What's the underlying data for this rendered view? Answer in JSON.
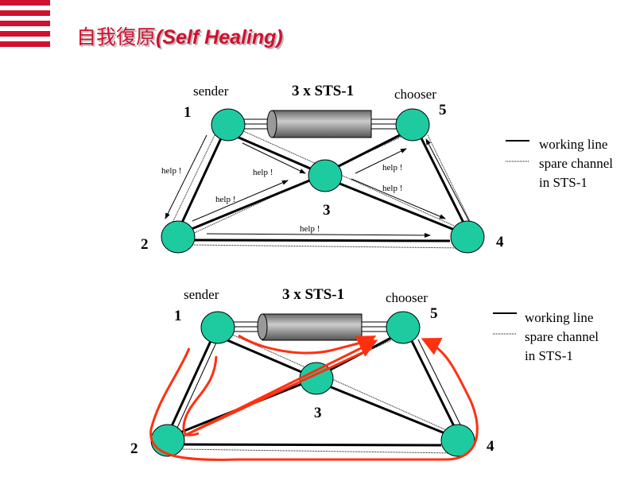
{
  "slide": {
    "title_cjk": "自我復原",
    "title_en": "(Self Healing)",
    "accent_color": "#d01030",
    "node_color": "#1ecba0"
  },
  "diagram_top": {
    "sender": "sender",
    "chooser": "chooser",
    "trunk": "3 x STS-1",
    "nodes": [
      "1",
      "2",
      "3",
      "4",
      "5"
    ],
    "help": "help !",
    "legend": {
      "working": "working line",
      "spare1": "spare channel",
      "spare2": "in STS-1"
    }
  },
  "diagram_bottom": {
    "sender": "sender",
    "chooser": "chooser",
    "trunk": "3 x STS-1",
    "nodes": [
      "1",
      "2",
      "3",
      "4",
      "5"
    ],
    "legend": {
      "working": "working line",
      "spare1": "spare channel",
      "spare2": "in STS-1"
    },
    "path_color": "#ff3010"
  }
}
